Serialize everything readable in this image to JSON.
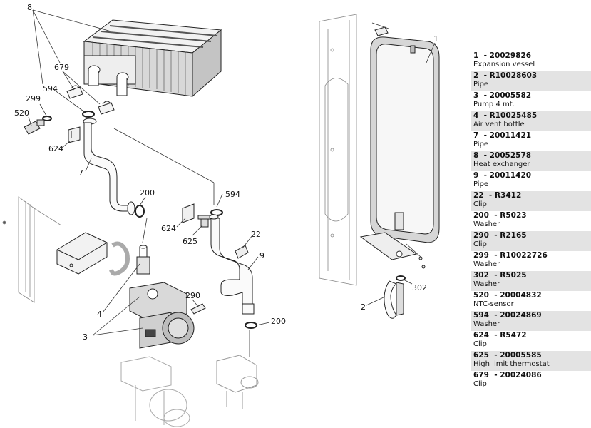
{
  "callouts": {
    "c1": "1",
    "c2": "2",
    "c3": "3",
    "c4": "4",
    "c7": "7",
    "c8": "8",
    "c9": "9",
    "c22": "22",
    "c200a": "200",
    "c200b": "200",
    "c290": "290",
    "c299": "299",
    "c302": "302",
    "c520": "520",
    "c594a": "594",
    "c594b": "594",
    "c624a": "624",
    "c624b": "624",
    "c625": "625",
    "c679": "679"
  },
  "parts": [
    {
      "num": "1",
      "code": "20029826",
      "desc": "Expansion vessel"
    },
    {
      "num": "2",
      "code": "R10028603",
      "desc": "Pipe"
    },
    {
      "num": "3",
      "code": "20005582",
      "desc": "Pump 4 mt."
    },
    {
      "num": "4",
      "code": "R10025485",
      "desc": "Air vent bottle"
    },
    {
      "num": "7",
      "code": "20011421",
      "desc": "Pipe"
    },
    {
      "num": "8",
      "code": "20052578",
      "desc": "Heat exchanger"
    },
    {
      "num": "9",
      "code": "20011420",
      "desc": "Pipe"
    },
    {
      "num": "22",
      "code": "R3412",
      "desc": "Clip"
    },
    {
      "num": "200",
      "code": "R5023",
      "desc": "Washer"
    },
    {
      "num": "290",
      "code": "R2165",
      "desc": "Clip"
    },
    {
      "num": "299",
      "code": "R10022726",
      "desc": "Washer"
    },
    {
      "num": "302",
      "code": "R5025",
      "desc": "Washer"
    },
    {
      "num": "520",
      "code": "20004832",
      "desc": "NTC-sensor"
    },
    {
      "num": "594",
      "code": "20024869",
      "desc": "Washer"
    },
    {
      "num": "624",
      "code": "R5472",
      "desc": "Clip"
    },
    {
      "num": "625",
      "code": "20005585",
      "desc": "High limit thermostat"
    },
    {
      "num": "679",
      "code": "20024086",
      "desc": "Clip"
    }
  ]
}
